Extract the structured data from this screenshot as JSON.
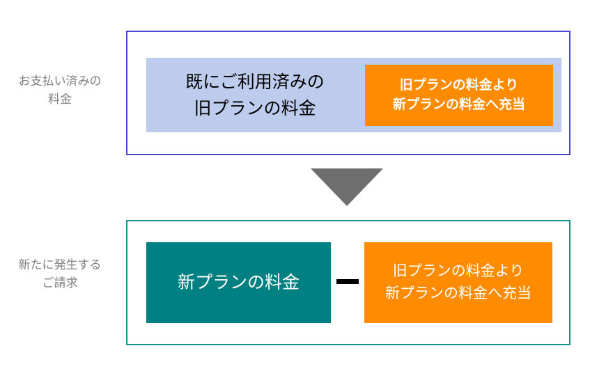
{
  "diagram": {
    "title_colors": {
      "orange": "#FF8C00",
      "teal": "#008080",
      "light_blue": "#BDCCEC",
      "indigo_border": "#4A48CC",
      "teal_border": "#12938F",
      "arrow_gray": "#6E6E6E",
      "label_gray": "#808080"
    },
    "rows": [
      {
        "label": "お支払い済みの\n料金",
        "blocks": {
          "used_plan": "既にご利用済みの\n旧プランの料金",
          "credit": "旧プランの料金より\n新プランの料金へ充当"
        }
      },
      {
        "label": "新たに発生する\nご請求",
        "blocks": {
          "new_plan": "新プランの料金",
          "operator": "−",
          "credit": "旧プランの料金より\n新プランの料金へ充当"
        }
      }
    ],
    "arrow": "down-triangle"
  }
}
